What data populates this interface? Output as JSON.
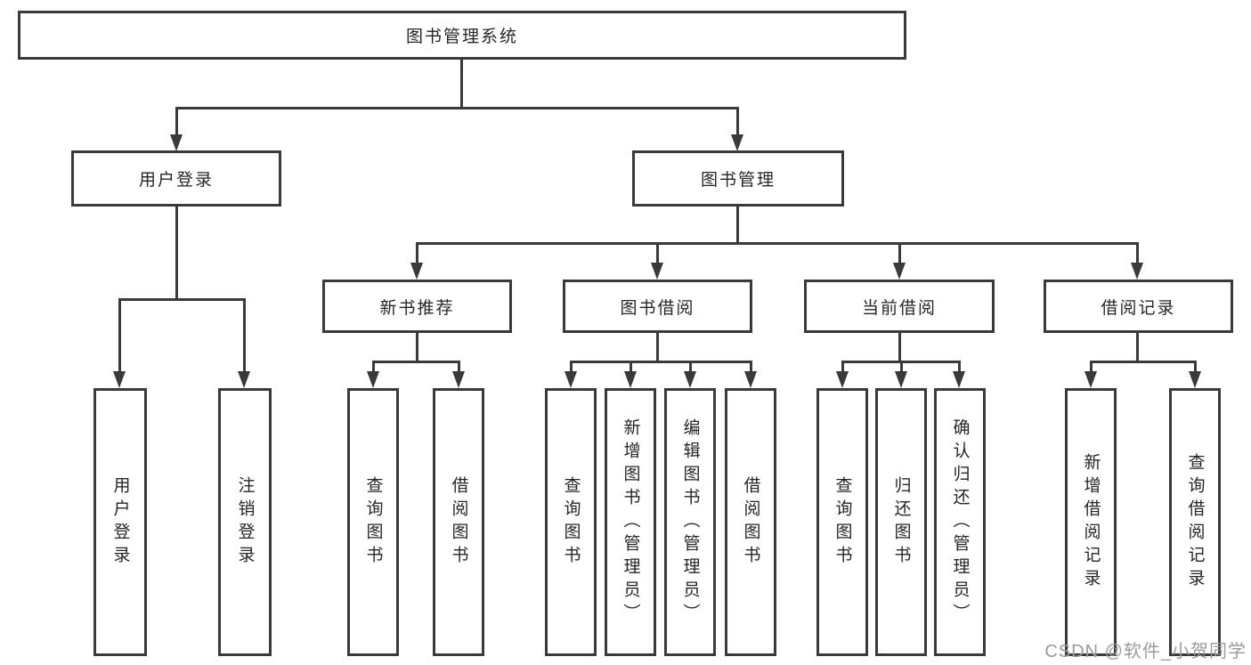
{
  "diagram": {
    "root": {
      "label": "图书管理系统"
    },
    "level2": [
      {
        "label": "用户登录"
      },
      {
        "label": "图书管理"
      }
    ],
    "level3": [
      {
        "label": "新书推荐"
      },
      {
        "label": "图书借阅"
      },
      {
        "label": "当前借阅"
      },
      {
        "label": "借阅记录"
      }
    ],
    "leaves": {
      "user_login": [
        "用户登录",
        "注销登录"
      ],
      "new_book": [
        "查询图书",
        "借阅图书"
      ],
      "book_borrow": [
        "查询图书",
        "新增图书（管理员）",
        "编辑图书（管理员）",
        "借阅图书"
      ],
      "current_borrow": [
        "查询图书",
        "归还图书",
        "确认归还（管理员）"
      ],
      "borrow_record": [
        "新增借阅记录",
        "查询借阅记录"
      ]
    }
  },
  "watermark": {
    "text": "CSDN @软件_小贺同学"
  },
  "colors": {
    "line": "#3a3a3a",
    "text": "#262626",
    "background": "#ffffff",
    "watermark": "#9b9b9b"
  }
}
